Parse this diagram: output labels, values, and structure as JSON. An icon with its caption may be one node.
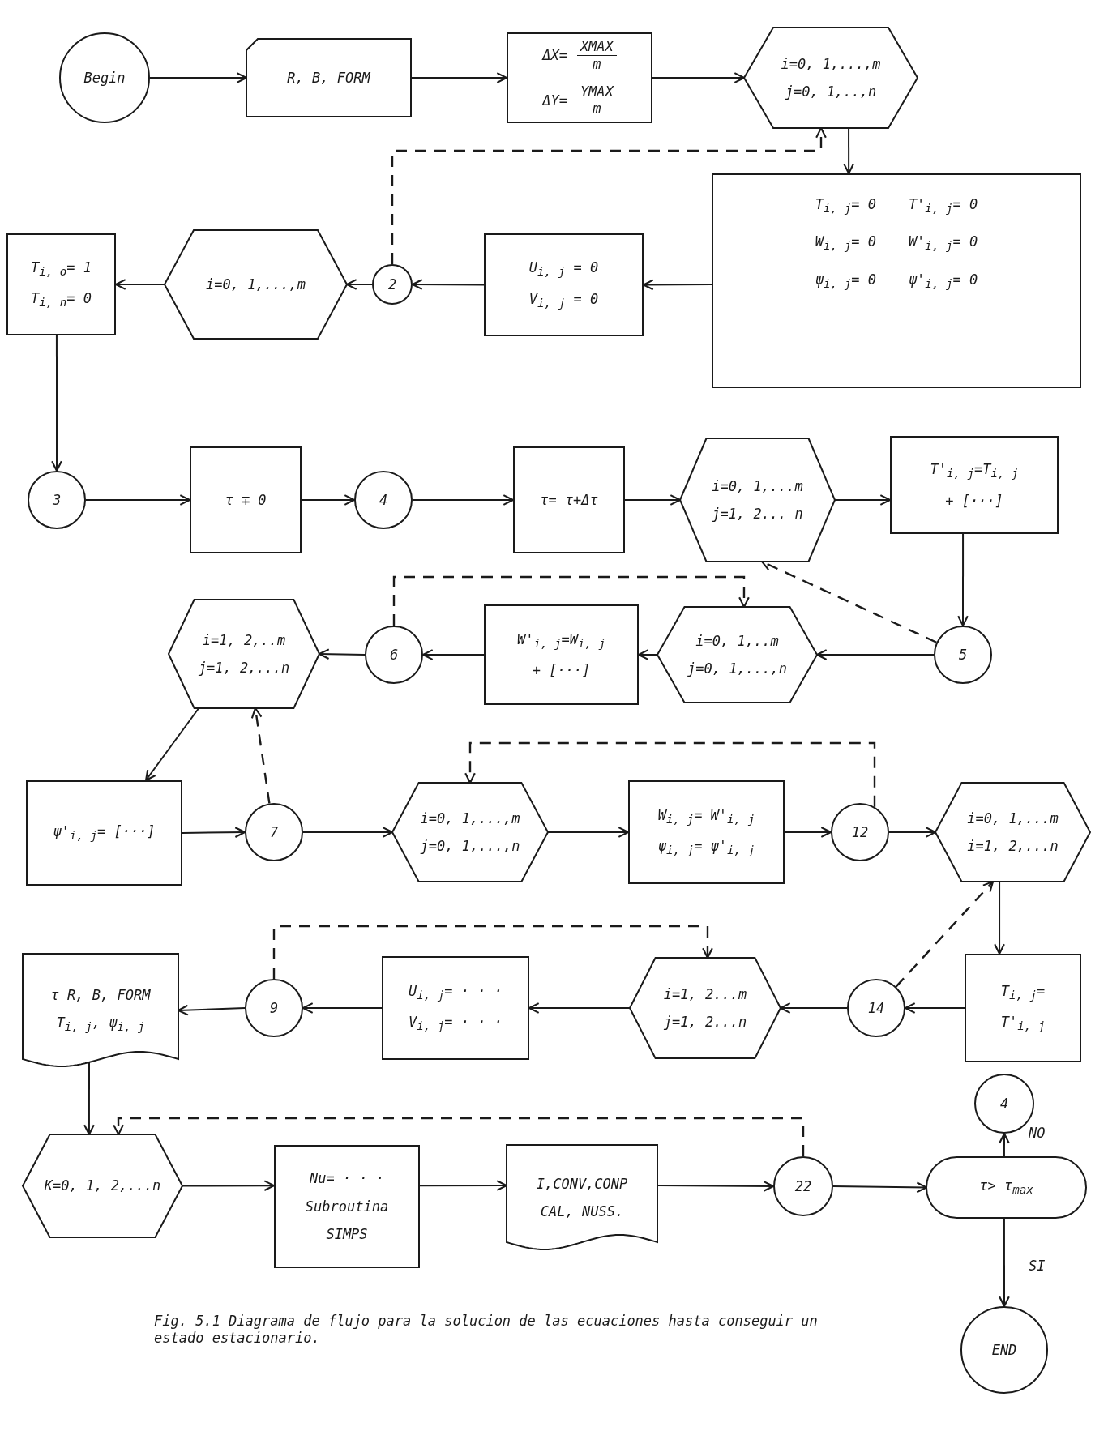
{
  "diagram": {
    "caption": "Fig. 5.1 Diagrama de flujo para la solucion de las ecuaciones hasta conseguir un estado estacionario.",
    "nodes": [
      {
        "text": [
          "Begin"
        ]
      },
      {
        "text": [
          "R, B, FORM"
        ]
      },
      {
        "text": [
          "ΔX=",
          "XMAX",
          "m",
          "ΔY=",
          "YMAX",
          "m"
        ]
      },
      {
        "text": [
          "i=0, 1,...,m",
          "j=0, 1,..,n"
        ]
      },
      {
        "text": [
          "T$_{i, j}$= 0",
          "T'$_{i, j}$= 0",
          "W$_{i, j}$= 0",
          "W'$_{i, j}$= 0",
          "ψ$_{i, j}$= 0",
          "ψ'$_{i, j}$= 0"
        ]
      },
      {
        "text": [
          "U$_{i, j}$ = 0",
          "V$_{i, j}$ = 0"
        ]
      },
      {
        "text": [
          "2"
        ]
      },
      {
        "text": [
          "i=0, 1,...,m"
        ]
      },
      {
        "text": [
          "T$_{i, o}$= 1",
          "T$_{i, n}$= 0"
        ]
      },
      {
        "text": [
          "3"
        ]
      },
      {
        "text": [
          "τ ∓ 0"
        ]
      },
      {
        "text": [
          "4"
        ]
      },
      {
        "text": [
          "τ= τ+Δτ"
        ]
      },
      {
        "text": [
          "i=0, 1,...m",
          "j=1, 2... n"
        ]
      },
      {
        "text": [
          "T'$_{i, j}$=T$_{i, j}$",
          "+ [···]"
        ]
      },
      {
        "text": [
          "5"
        ]
      },
      {
        "text": [
          "i=0, 1,..m",
          "j=0, 1,...,n"
        ]
      },
      {
        "text": [
          "W'$_{i, j}$=W$_{i, j}$",
          "+ [···]"
        ]
      },
      {
        "text": [
          "6"
        ]
      },
      {
        "text": [
          "i=1, 2,..m",
          "j=1, 2,...n"
        ]
      },
      {
        "text": [
          "ψ'$_{i, j}$= [···]"
        ]
      },
      {
        "text": [
          "7"
        ]
      },
      {
        "text": [
          "i=0, 1,...,m",
          "j=0, 1,...,n"
        ]
      },
      {
        "text": [
          "W$_{i, j}$= W'$_{i, j}$",
          "ψ$_{i, j}$= ψ'$_{i, j}$"
        ]
      },
      {
        "text": [
          "12"
        ]
      },
      {
        "text": [
          "i=0, 1,...m",
          "i=1, 2,...n"
        ]
      },
      {
        "text": [
          "T$_{i, j}$=",
          "T'$_{i, j}$"
        ]
      },
      {
        "text": [
          "14"
        ]
      },
      {
        "text": [
          "i=1, 2...m",
          "j=1, 2...n"
        ]
      },
      {
        "text": [
          "U$_{i, j}$= · · ·",
          "V$_{i, j}$= · · ·"
        ]
      },
      {
        "text": [
          "9"
        ]
      },
      {
        "text": [
          "τ R, B, FORM",
          "T$_{i, j}$, ψ$_{i, j}$"
        ]
      },
      {
        "text": [
          "K=0, 1, 2,...n"
        ]
      },
      {
        "text": [
          "Nu= · · ·",
          "Subroutina",
          "SIMPS"
        ]
      },
      {
        "text": [
          "I,CONV,CONP",
          "CAL, NUSS."
        ]
      },
      {
        "text": [
          "22"
        ]
      },
      {
        "text": [
          "τ> τ$_{max}$"
        ]
      },
      {
        "text": [
          "4"
        ]
      },
      {
        "text": [
          "END"
        ]
      }
    ],
    "edges": [
      {
        "from": 0,
        "to": 1,
        "arrow": "to"
      },
      {
        "from": 1,
        "to": 2,
        "arrow": "to"
      },
      {
        "from": 2,
        "to": 3,
        "arrow": "to"
      },
      {
        "from": 3,
        "to": 4,
        "arrow": "to"
      },
      {
        "from": 4,
        "to": 5,
        "arrow": "to"
      },
      {
        "from": 5,
        "to": 6,
        "arrow": "to"
      },
      {
        "from": 6,
        "to": 7,
        "arrow": "to"
      },
      {
        "from": 7,
        "to": 8,
        "arrow": "to"
      },
      {
        "from": 6,
        "to": 3,
        "arrow": "to",
        "style": "dashed"
      },
      {
        "from": 8,
        "to": 9,
        "arrow": "to"
      },
      {
        "from": 9,
        "to": 10,
        "arrow": "to"
      },
      {
        "from": 10,
        "to": 11,
        "arrow": "to"
      },
      {
        "from": 11,
        "to": 12,
        "arrow": "to"
      },
      {
        "from": 12,
        "to": 13,
        "arrow": "to"
      },
      {
        "from": 13,
        "to": 14,
        "arrow": "to"
      },
      {
        "from": 14,
        "to": 15,
        "arrow": "to"
      },
      {
        "from": 15,
        "to": 13,
        "arrow": "to",
        "style": "dashed"
      },
      {
        "from": 15,
        "to": 16,
        "arrow": "to"
      },
      {
        "from": 16,
        "to": 17,
        "arrow": "to"
      },
      {
        "from": 17,
        "to": 18,
        "arrow": "to"
      },
      {
        "from": 18,
        "to": 19,
        "arrow": "to"
      },
      {
        "from": 18,
        "to": 16,
        "arrow": "to",
        "style": "dashed"
      },
      {
        "from": 19,
        "to": 20,
        "arrow": "to"
      },
      {
        "from": 21,
        "to": 19,
        "arrow": "to",
        "style": "dashed"
      },
      {
        "from": 20,
        "to": 21,
        "arrow": "to"
      },
      {
        "from": 21,
        "to": 22,
        "arrow": "to"
      },
      {
        "from": 22,
        "to": 23,
        "arrow": "to"
      },
      {
        "from": 23,
        "to": 24,
        "arrow": "to"
      },
      {
        "from": 24,
        "to": 25,
        "arrow": "to"
      },
      {
        "from": 24,
        "to": 22,
        "arrow": "to",
        "style": "dashed"
      },
      {
        "from": 25,
        "to": 26,
        "arrow": "to"
      },
      {
        "from": 26,
        "to": 27,
        "arrow": "to"
      },
      {
        "from": 27,
        "to": 25,
        "arrow": "to",
        "style": "dashed"
      },
      {
        "from": 27,
        "to": 28,
        "arrow": "to"
      },
      {
        "from": 28,
        "to": 29,
        "arrow": "to"
      },
      {
        "from": 29,
        "to": 30,
        "arrow": "to"
      },
      {
        "from": 30,
        "to": 31,
        "arrow": "to"
      },
      {
        "from": 30,
        "to": 28,
        "arrow": "to",
        "style": "dashed"
      },
      {
        "from": 31,
        "to": 32,
        "arrow": "to"
      },
      {
        "from": 32,
        "to": 33,
        "arrow": "to"
      },
      {
        "from": 33,
        "to": 34,
        "arrow": "to"
      },
      {
        "from": 34,
        "to": 35,
        "arrow": "to"
      },
      {
        "from": 35,
        "to": 32,
        "arrow": "to",
        "style": "dashed"
      },
      {
        "from": 35,
        "to": 36,
        "arrow": "to"
      },
      {
        "from": 36,
        "to": 37,
        "label": "NO",
        "arrow": "to"
      },
      {
        "from": 36,
        "to": 38,
        "label": "SI",
        "arrow": "to"
      }
    ]
  }
}
